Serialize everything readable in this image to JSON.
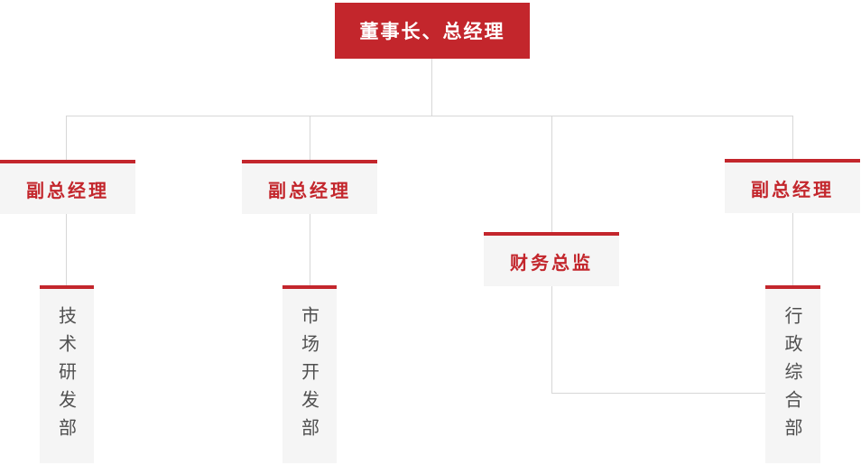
{
  "chart": {
    "root": {
      "label": "董事长、总经理"
    },
    "level2": [
      {
        "label": "副总经理"
      },
      {
        "label": "副总经理"
      },
      {
        "label": "财务总监"
      },
      {
        "label": "副总经理"
      }
    ],
    "departments": [
      {
        "label": "技术研发部"
      },
      {
        "label": "市场开发部"
      },
      {
        "label": "行政综合部"
      }
    ]
  },
  "colors": {
    "accent_red": "#c3262c",
    "box_background": "#f5f5f5",
    "connector_gray": "#d7d7d7",
    "department_text": "#4f4f4f",
    "root_text": "#ffffff"
  }
}
